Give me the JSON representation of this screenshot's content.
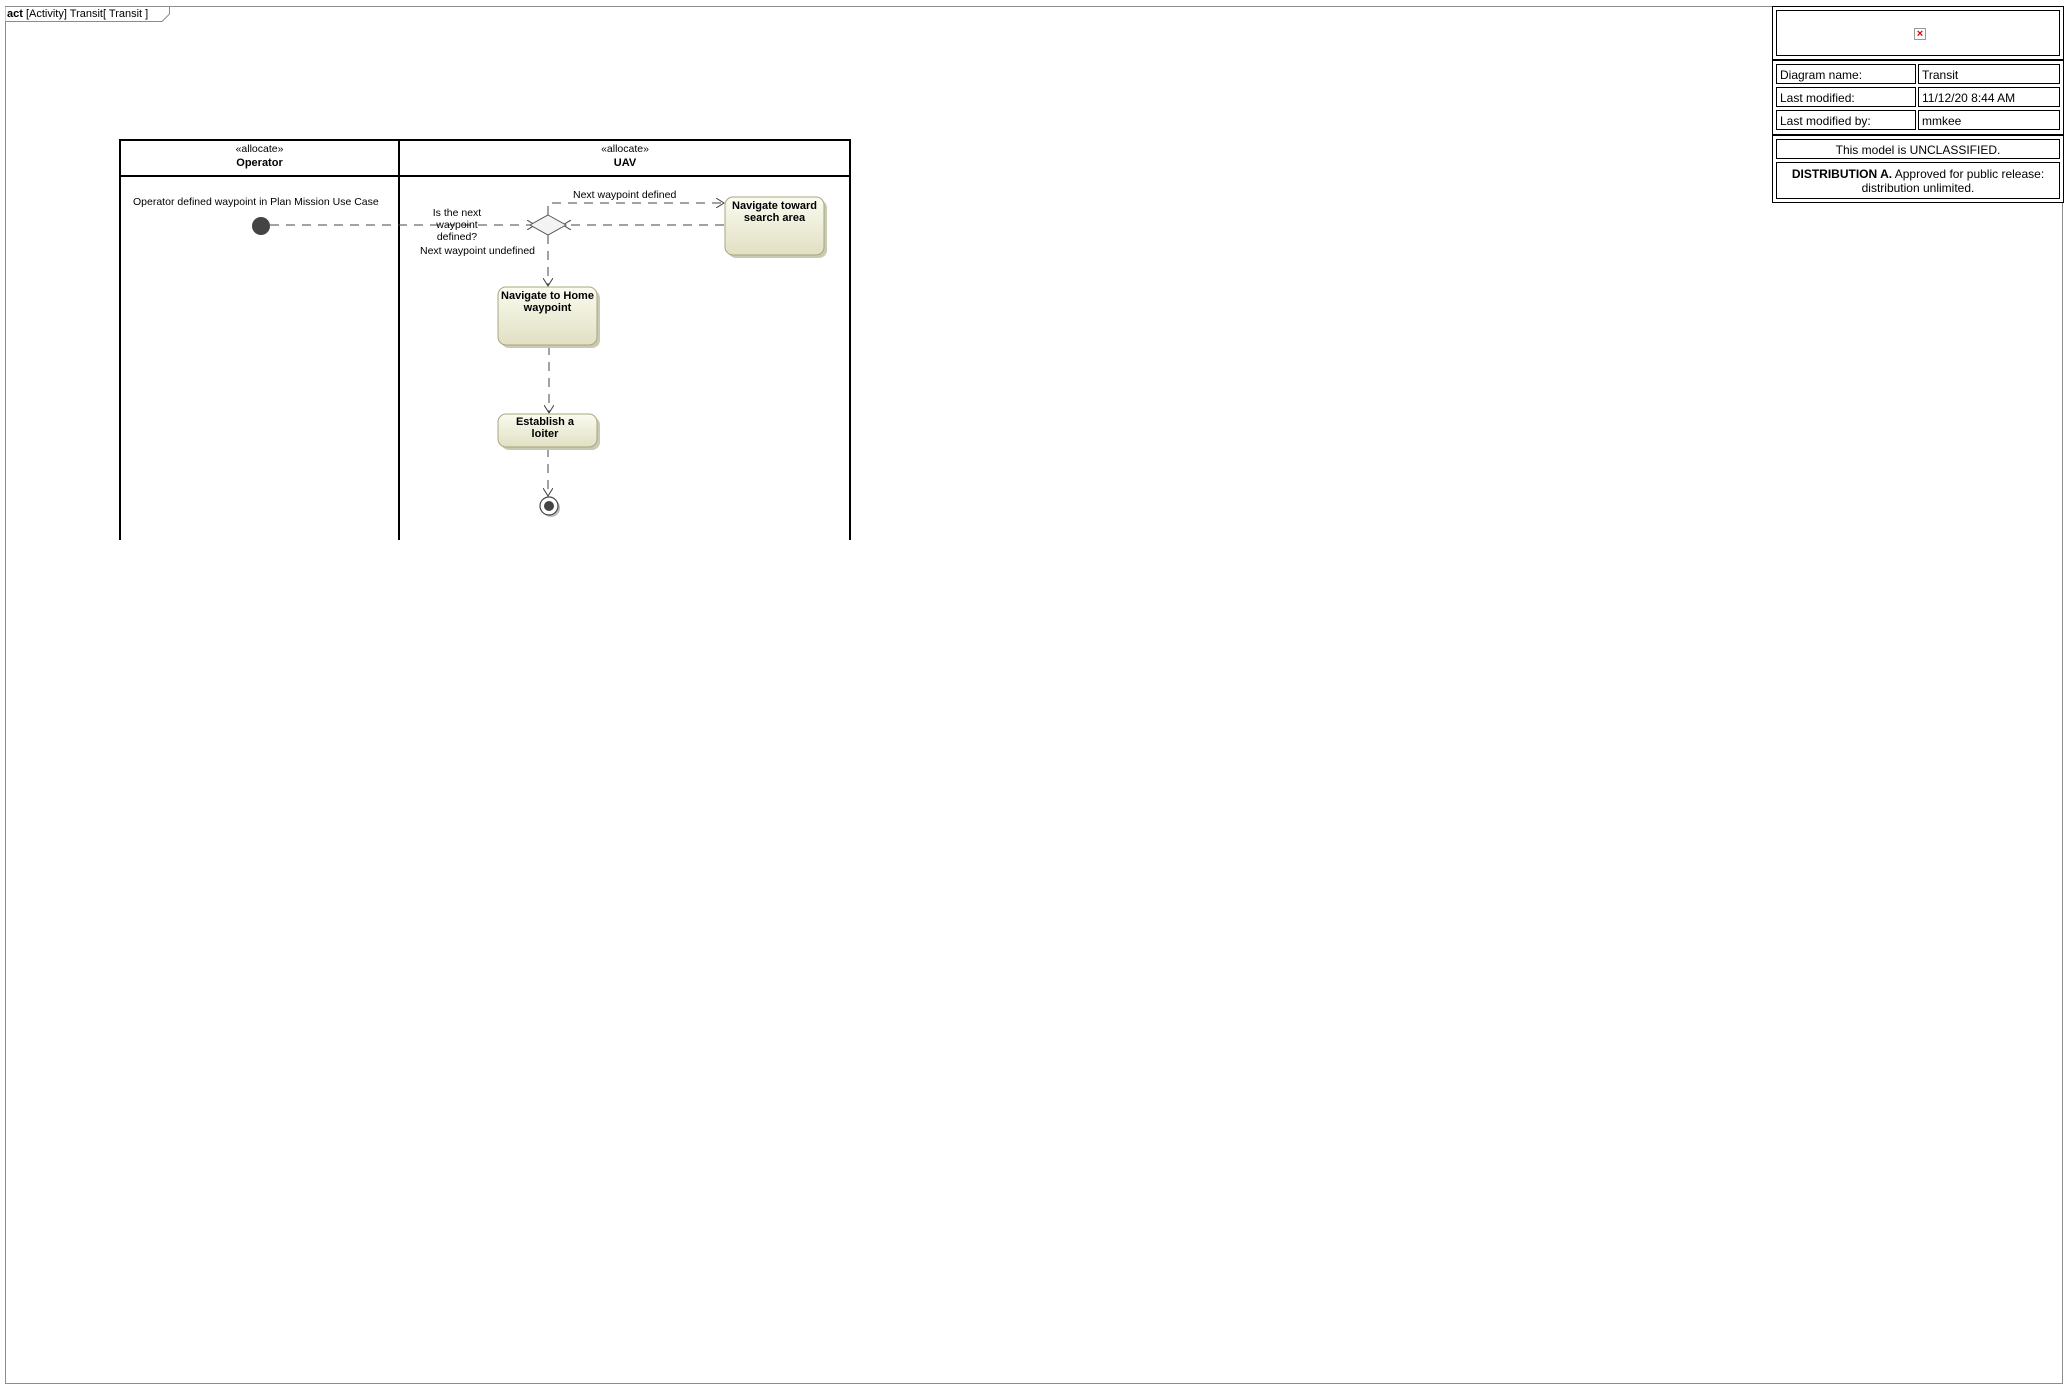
{
  "frame": {
    "kind": "act",
    "title": "[Activity] Transit[ Transit ]"
  },
  "info_table": {
    "logo_icon": "broken-image-icon",
    "rows": [
      {
        "key": "Diagram name:",
        "value": "Transit"
      },
      {
        "key": "Last modified:",
        "value": "11/12/20 8:44 AM"
      },
      {
        "key": "Last modified by:",
        "value": "mmkee"
      }
    ],
    "classification": "This model is UNCLASSIFIED.",
    "distribution_bold": "DISTRIBUTION A.",
    "distribution_rest": " Approved for public release: distribution unlimited."
  },
  "swimlanes": [
    {
      "stereotype": "«allocate»",
      "name": "Operator"
    },
    {
      "stereotype": "«allocate»",
      "name": "UAV"
    }
  ],
  "initial_node_label": "Operator defined waypoint in Plan Mission Use Case",
  "decision_label": "Is the next waypoint defined?",
  "guards": {
    "defined": "Next waypoint defined",
    "undefined": "Next waypoint undefined"
  },
  "actions": {
    "navigate_search": "Navigate toward search area",
    "navigate_home": "Navigate to Home waypoint",
    "loiter": "Establish a loiter"
  },
  "colors": {
    "action_fill_top": "#fbfbf0",
    "action_fill_bottom": "#e1e0c4",
    "action_border": "#a8a77e",
    "node_fill": "#444444",
    "frame_border": "#8c8c8c"
  }
}
